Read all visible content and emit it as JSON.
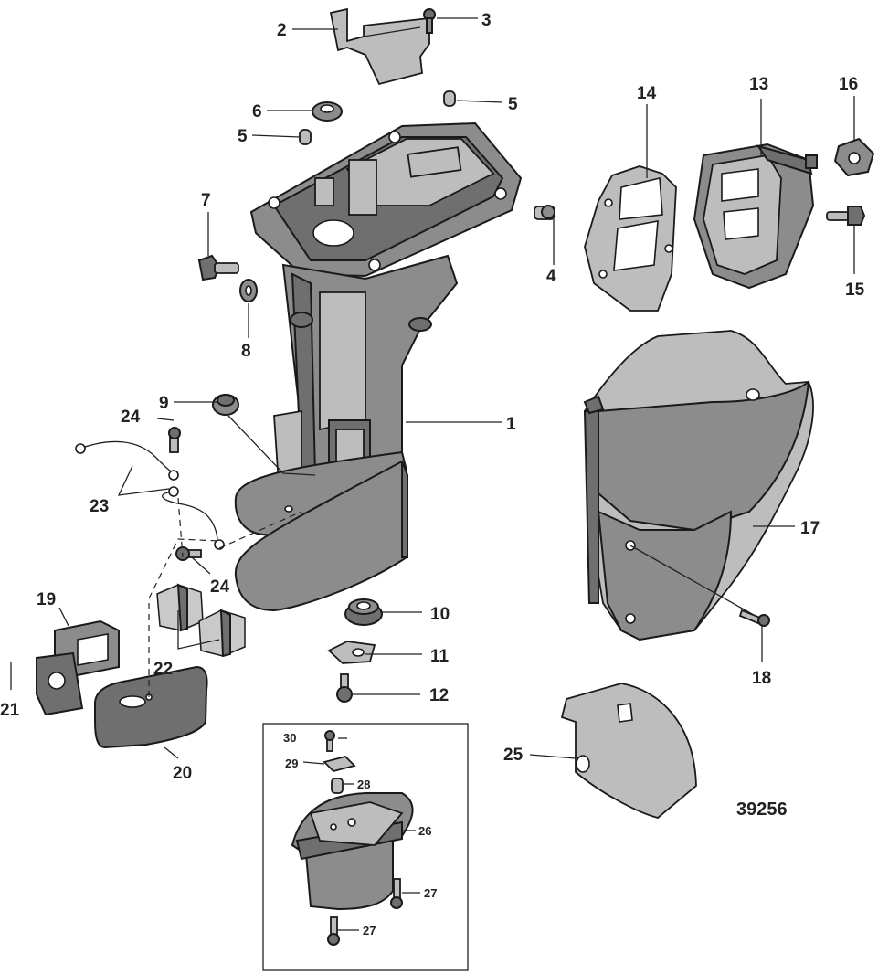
{
  "figure_number": "39256",
  "callouts": [
    {
      "id": "c1",
      "text": "1"
    },
    {
      "id": "c2",
      "text": "2"
    },
    {
      "id": "c3",
      "text": "3"
    },
    {
      "id": "c4",
      "text": "4"
    },
    {
      "id": "c5a",
      "text": "5"
    },
    {
      "id": "c5b",
      "text": "5"
    },
    {
      "id": "c6",
      "text": "6"
    },
    {
      "id": "c7",
      "text": "7"
    },
    {
      "id": "c8",
      "text": "8"
    },
    {
      "id": "c9",
      "text": "9"
    },
    {
      "id": "c10",
      "text": "10"
    },
    {
      "id": "c11",
      "text": "11"
    },
    {
      "id": "c12",
      "text": "12"
    },
    {
      "id": "c13",
      "text": "13"
    },
    {
      "id": "c14",
      "text": "14"
    },
    {
      "id": "c15",
      "text": "15"
    },
    {
      "id": "c16",
      "text": "16"
    },
    {
      "id": "c17",
      "text": "17"
    },
    {
      "id": "c18",
      "text": "18"
    },
    {
      "id": "c19",
      "text": "19"
    },
    {
      "id": "c20",
      "text": "20"
    },
    {
      "id": "c21",
      "text": "21"
    },
    {
      "id": "c22",
      "text": "22"
    },
    {
      "id": "c23",
      "text": "23"
    },
    {
      "id": "c24a",
      "text": "24"
    },
    {
      "id": "c24b",
      "text": "24"
    },
    {
      "id": "c25",
      "text": "25"
    },
    {
      "id": "c26",
      "text": "26"
    },
    {
      "id": "c27a",
      "text": "27"
    },
    {
      "id": "c27b",
      "text": "27"
    },
    {
      "id": "c28",
      "text": "28"
    },
    {
      "id": "c29",
      "text": "29"
    },
    {
      "id": "c30",
      "text": "30"
    }
  ]
}
